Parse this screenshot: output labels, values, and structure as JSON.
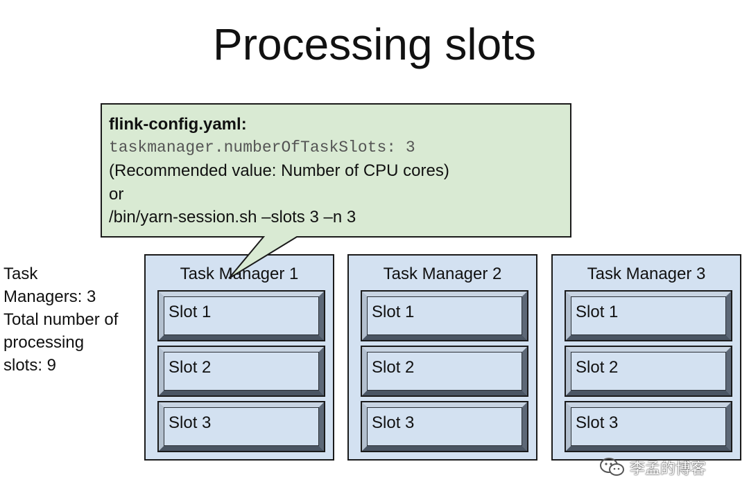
{
  "title": "Processing slots",
  "side_info": {
    "lines": [
      "Task",
      "Managers: 3",
      "Total number of",
      "processing",
      "slots: 9"
    ]
  },
  "config_callout": {
    "file": "flink-config.yaml:",
    "key": "taskmanager.numberOfTaskSlots: 3",
    "recommendation": "(Recommended value: Number of CPU cores)",
    "or": "or",
    "command": "/bin/yarn-session.sh –slots 3 –n 3"
  },
  "task_managers": [
    {
      "name": "Task Manager 1",
      "slots": [
        "Slot 1",
        "Slot 2",
        "Slot 3"
      ]
    },
    {
      "name": "Task Manager 2",
      "slots": [
        "Slot 1",
        "Slot 2",
        "Slot 3"
      ]
    },
    {
      "name": "Task Manager 3",
      "slots": [
        "Slot 1",
        "Slot 2",
        "Slot 3"
      ]
    }
  ],
  "watermark": {
    "icon": "wechat-icon",
    "text": "李孟的博客"
  },
  "colors": {
    "callout_fill": "#d9ead3",
    "box_fill": "#d3e1f1",
    "outline": "#1a1a1a"
  }
}
